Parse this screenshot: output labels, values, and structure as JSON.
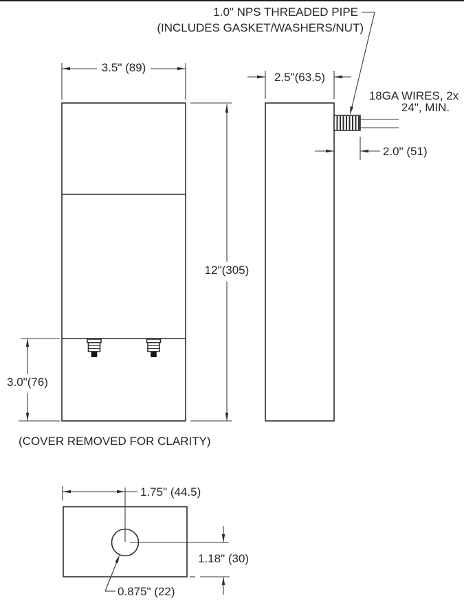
{
  "drawing": {
    "colors": {
      "background": "#ffffff",
      "line": "#2e2e2e",
      "text": "#262626"
    },
    "notes": {
      "pipe_line1": "1.0\" NPS THREADED PIPE",
      "pipe_line2": "(INCLUDES GASKET/WASHERS/NUT)",
      "wires_line1": "18GA WIRES, 2x",
      "wires_line2": "24\", MIN.",
      "cover": "(COVER REMOVED FOR CLARITY)"
    },
    "dimensions": {
      "front_width": "3.5\" (89)",
      "side_depth": "2.5\"(63.5)",
      "overall_height": "12\"(305)",
      "lower_section_height": "3.0\"(76)",
      "pipe_extension": "2.0\" (51)",
      "hole_center_from_left": "1.75\" (44.5)",
      "hole_center_from_bottom": "1.18\" (30)",
      "hole_diameter": "0.875\" (22)"
    }
  }
}
